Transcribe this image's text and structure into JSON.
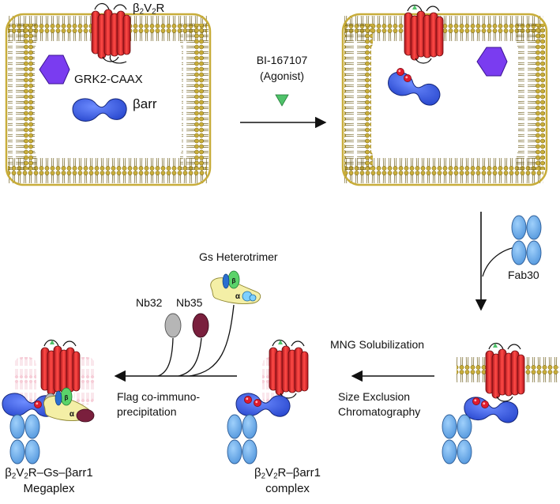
{
  "panel1": {
    "receptor": {
      "pre": "β",
      "s1": "2",
      "mid": "V",
      "s2": "2",
      "post": "R"
    },
    "kinase": "GRK2-CAAX",
    "arrestin": "βarr"
  },
  "step1": {
    "agonist_name": "BI-167107",
    "agonist_role": "(Agonist)"
  },
  "step2": {
    "fab": "Fab30"
  },
  "step3": {
    "line1": "MNG Solubilization",
    "line2": "Size Exclusion",
    "line3": "Chromatography"
  },
  "complex": {
    "pre": "β",
    "s1": "2",
    "mid": "V",
    "s2": "2",
    "post": "R–βarr1",
    "line2": "complex"
  },
  "step4": {
    "gs": "Gs Heterotrimer",
    "nb32": "Nb32",
    "nb35": "Nb35",
    "line1": "Flag co-immuno-",
    "line2": "precipitation",
    "alpha": "α",
    "beta": "β"
  },
  "megaplex": {
    "pre": "β",
    "s1": "2",
    "mid": "V",
    "s2": "2",
    "post": "R–Gs–βarr1",
    "line2": "Megaplex"
  },
  "colors": {
    "membrane": "#c8ad3a",
    "receptor": "#e0262c",
    "kinase": "#7a3cf0",
    "arrestin": "#2f58e8",
    "fab": "#5ea6e6",
    "gs_alpha": "#f4efa6",
    "gs_beta": "#5bd36a",
    "nb32": "#b6b6b6",
    "nb35": "#7a1f3d",
    "agonist": "#4fc26a",
    "phospho": "#e01b2e"
  }
}
